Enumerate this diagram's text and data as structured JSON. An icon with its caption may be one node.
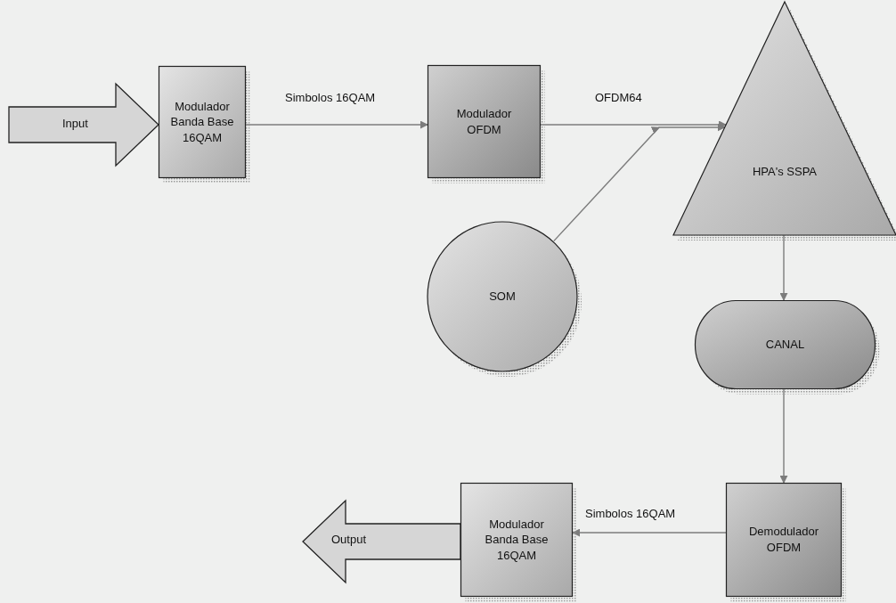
{
  "diagram": {
    "nodes": [
      {
        "text": [
          "Modulador Banda Base 16QAM"
        ]
      },
      {
        "text": [
          "Modulador OFDM"
        ]
      },
      {
        "text": [
          "SOM"
        ]
      },
      {
        "text": [
          "HPA's SSPA"
        ]
      },
      {
        "text": [
          "CANAL"
        ]
      },
      {
        "text": [
          "Demodulador OFDM"
        ]
      },
      {
        "text": [
          "Modulador Banda Base 16QAM"
        ]
      }
    ],
    "edges": [
      {
        "from": null,
        "to": 0,
        "arrow": "to",
        "label": "Input",
        "style": "thick"
      },
      {
        "from": 0,
        "to": 1,
        "arrow": "to",
        "label": "Simbolos 16QAM"
      },
      {
        "from": 1,
        "to": 3,
        "arrow": "to",
        "label": "OFDM64"
      },
      {
        "from": 2,
        "to": 3,
        "arrow": "to"
      },
      {
        "from": 3,
        "to": 4,
        "arrow": "to"
      },
      {
        "from": 4,
        "to": 5,
        "arrow": "to"
      },
      {
        "from": 5,
        "to": 6,
        "arrow": "to",
        "label": "Simbolos 16QAM"
      },
      {
        "from": 6,
        "to": null,
        "arrow": "to",
        "label": "Output",
        "style": "thick"
      }
    ]
  }
}
